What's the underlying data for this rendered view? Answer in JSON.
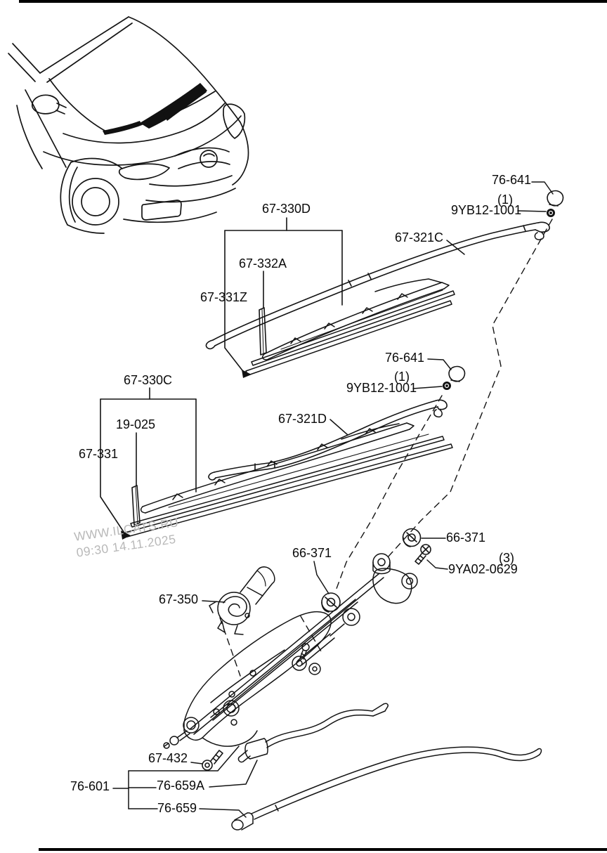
{
  "page": {
    "background": "#ffffff",
    "line_color": "#141414",
    "border_color": "#000000",
    "description": "Mazda windshield wiper and washer parts diagram"
  },
  "watermark": {
    "line1": "WWW.ILCATS.RU",
    "line2": "09:30 14.11.2025",
    "color": "#b9b9b9"
  },
  "labels": [
    {
      "part": "76-641",
      "text": "76-641"
    },
    {
      "part": "qty-1",
      "text": "(1)"
    },
    {
      "part": "9YB12-1001",
      "text": "9YB12-1001"
    },
    {
      "part": "67-330D",
      "text": "67-330D"
    },
    {
      "part": "67-321C",
      "text": "67-321C"
    },
    {
      "part": "67-332A",
      "text": "67-332A"
    },
    {
      "part": "67-331Z",
      "text": "67-331Z"
    },
    {
      "part": "76-641",
      "text": "76-641"
    },
    {
      "part": "qty-1",
      "text": "(1)"
    },
    {
      "part": "9YB12-1001",
      "text": "9YB12-1001"
    },
    {
      "part": "67-330C",
      "text": "67-330C"
    },
    {
      "part": "19-025",
      "text": "19-025"
    },
    {
      "part": "67-331",
      "text": "67-331"
    },
    {
      "part": "67-321D",
      "text": "67-321D"
    },
    {
      "part": "66-371",
      "text": "66-371"
    },
    {
      "part": "66-371",
      "text": "66-371"
    },
    {
      "part": "qty-3",
      "text": "(3)"
    },
    {
      "part": "9YA02-0629",
      "text": "9YA02-0629"
    },
    {
      "part": "67-350",
      "text": "67-350"
    },
    {
      "part": "67-432",
      "text": "67-432"
    },
    {
      "part": "76-601",
      "text": "76-601"
    },
    {
      "part": "76-659A",
      "text": "76-659A"
    },
    {
      "part": "76-659",
      "text": "76-659"
    }
  ]
}
